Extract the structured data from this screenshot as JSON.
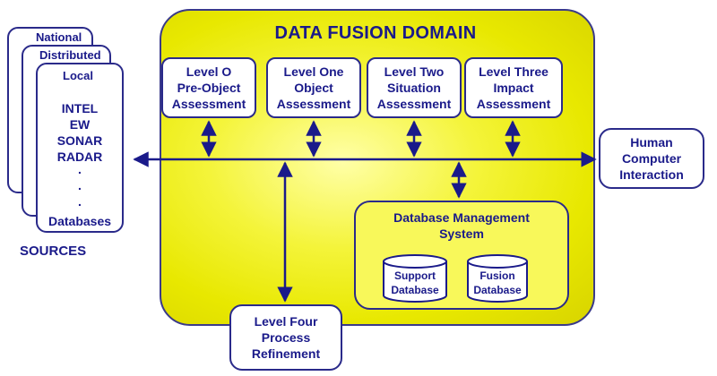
{
  "domain": {
    "title": "DATA FUSION DOMAIN"
  },
  "levels": [
    {
      "line1": "Level O",
      "line2": "Pre-Object",
      "line3": "Assessment"
    },
    {
      "line1": "Level One",
      "line2": "Object",
      "line3": "Assessment"
    },
    {
      "line1": "Level Two",
      "line2": "Situation",
      "line3": "Assessment"
    },
    {
      "line1": "Level Three",
      "line2": "Impact",
      "line3": "Assessment"
    }
  ],
  "sources": {
    "sheets": [
      "National",
      "Distributed",
      "Local"
    ],
    "items": [
      "INTEL",
      "EW",
      "SONAR",
      "RADAR"
    ],
    "dots": [
      ".",
      ".",
      "."
    ],
    "last": "Databases",
    "caption": "SOURCES"
  },
  "hci": {
    "line1": "Human",
    "line2": "Computer",
    "line3": "Interaction"
  },
  "level_four": {
    "line1": "Level Four",
    "line2": "Process",
    "line3": "Refinement"
  },
  "dbms": {
    "title_line1": "Database Management",
    "title_line2": "System",
    "support": {
      "line1": "Support",
      "line2": "Database"
    },
    "fusion": {
      "line1": "Fusion",
      "line2": "Database"
    }
  },
  "colors": {
    "navy": "#1a1a8a",
    "yellow": "#e8e800"
  }
}
